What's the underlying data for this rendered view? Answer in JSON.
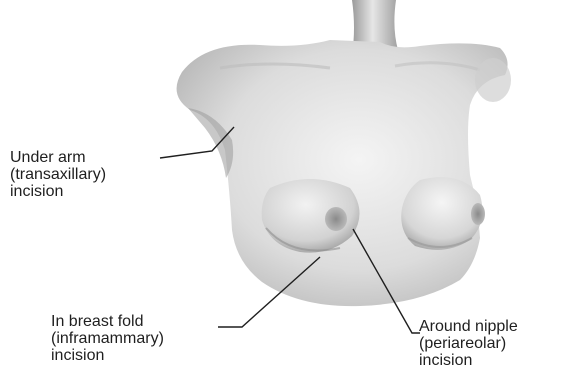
{
  "figure": {
    "callouts": [
      {
        "id": "underarm",
        "lines": [
          "Under arm",
          "(transaxillary)",
          "incision"
        ]
      },
      {
        "id": "breast-fold",
        "lines": [
          "In breast fold",
          "(inframammary)",
          "incision"
        ]
      },
      {
        "id": "nipple",
        "lines": [
          "Around nipple",
          "(periareolar)",
          "incision"
        ]
      }
    ]
  }
}
